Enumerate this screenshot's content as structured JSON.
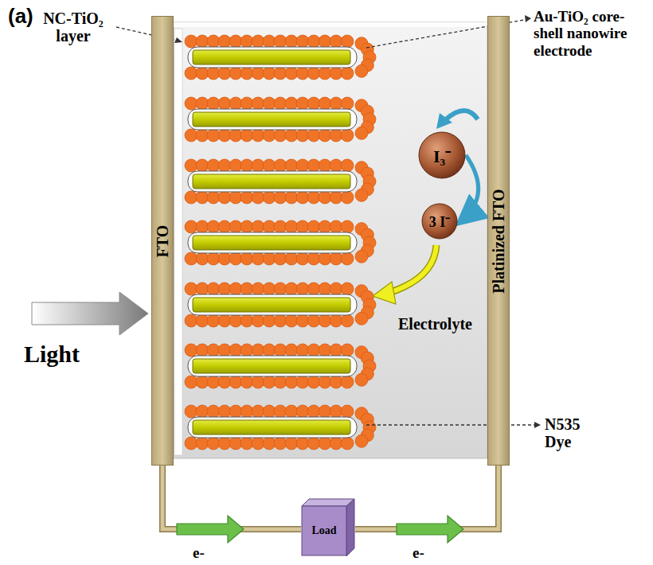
{
  "diagram": {
    "nodes": [
      {
        "text": [
          "FTO"
        ]
      },
      {
        "text": [
          "Platinized FTO"
        ]
      },
      {
        "text": [
          "I₃⁻"
        ]
      },
      {
        "text": [
          "3 I⁻"
        ]
      },
      {
        "text": [
          "Load"
        ]
      }
    ],
    "edges": [
      {
        "from": 2,
        "to": 3,
        "arrow": "to"
      },
      {
        "from": 0,
        "to": 4,
        "arrow": "none"
      },
      {
        "from": 4,
        "to": 1,
        "arrow": "none"
      }
    ],
    "labels": [
      "(a)",
      "NC-TiO₂ layer",
      "Au-TiO₂ core-shell nanowire electrode",
      "Electrolyte",
      "N535 Dye",
      "Light",
      "e-",
      "e-"
    ]
  }
}
